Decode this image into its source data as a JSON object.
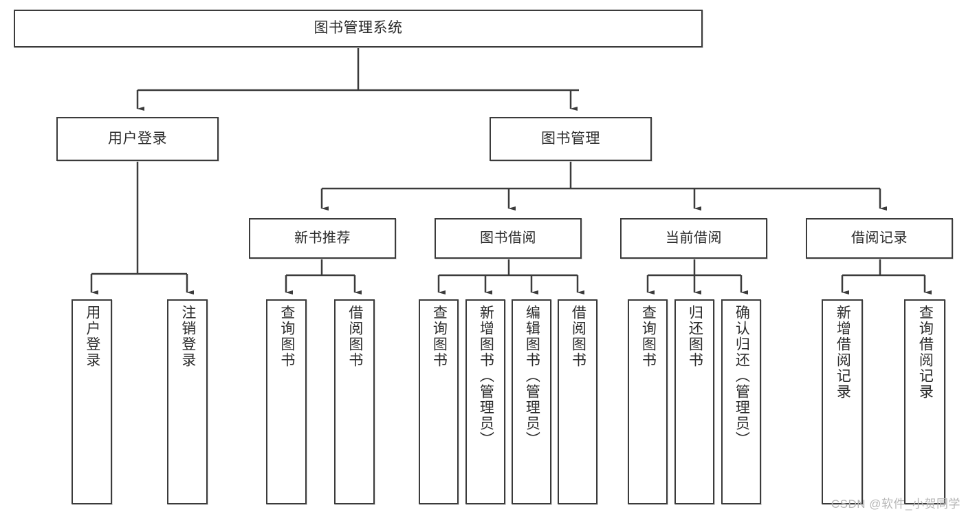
{
  "diagram": {
    "title": "图书管理系统",
    "watermark": "CSDN @软件_小贺同学",
    "colors": {
      "border": "#3b3b3b",
      "background": "#ffffff",
      "text": "#2b2b2b",
      "edge": "#3b3b3b",
      "watermark": "#b6b6b6"
    },
    "nodes": {
      "root": {
        "label": "图书管理系统"
      },
      "level2": [
        {
          "id": "user-login",
          "label": "用户登录"
        },
        {
          "id": "book-management",
          "label": "图书管理"
        }
      ],
      "level3": [
        {
          "id": "new-book-recommend",
          "label": "新书推荐"
        },
        {
          "id": "book-borrow",
          "label": "图书借阅"
        },
        {
          "id": "current-borrow",
          "label": "当前借阅"
        },
        {
          "id": "borrow-record",
          "label": "借阅记录"
        }
      ],
      "leaves": {
        "user_login": [
          {
            "id": "leaf-user-login",
            "label": "用户登录"
          },
          {
            "id": "leaf-user-logout",
            "label": "注销登录"
          }
        ],
        "new_book_recommend": [
          {
            "id": "leaf-query-book-1",
            "label": "查询图书"
          },
          {
            "id": "leaf-borrow-book-1",
            "label": "借阅图书"
          }
        ],
        "book_borrow": [
          {
            "id": "leaf-query-book-2",
            "label": "查询图书"
          },
          {
            "id": "leaf-add-book",
            "label": "新增图书（管理员）"
          },
          {
            "id": "leaf-edit-book",
            "label": "编辑图书（管理员）"
          },
          {
            "id": "leaf-borrow-book-2",
            "label": "借阅图书"
          }
        ],
        "current_borrow": [
          {
            "id": "leaf-query-book-3",
            "label": "查询图书"
          },
          {
            "id": "leaf-return-book",
            "label": "归还图书"
          },
          {
            "id": "leaf-confirm-return",
            "label": "确认归还（管理员）"
          }
        ],
        "borrow_record": [
          {
            "id": "leaf-add-record",
            "label": "新增借阅记录"
          },
          {
            "id": "leaf-query-record",
            "label": "查询借阅记录"
          }
        ]
      }
    }
  }
}
